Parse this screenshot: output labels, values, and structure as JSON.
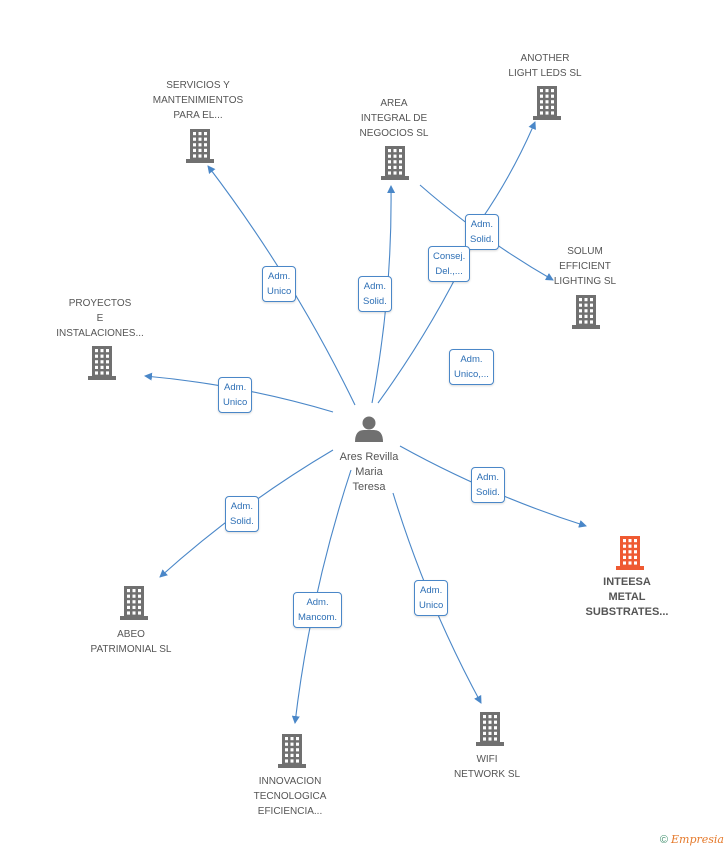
{
  "colors": {
    "edge": "#4a87c8",
    "company_icon": "#707070",
    "highlight_icon": "#ef5a32",
    "role_text": "#2d6fb5"
  },
  "person": {
    "name": "Ares Revilla\nMaria\nTeresa",
    "icon": "person-icon"
  },
  "companies": [
    {
      "id": "servicios",
      "label": "SERVICIOS Y\nMANTENIMIENTOS\nPARA EL..."
    },
    {
      "id": "area",
      "label": "AREA\nINTEGRAL DE\nNEGOCIOS SL"
    },
    {
      "id": "another",
      "label": "ANOTHER\nLIGHT LEDS SL"
    },
    {
      "id": "solum",
      "label": "SOLUM\nEFFICIENT\nLIGHTING SL"
    },
    {
      "id": "proyectos",
      "label": "PROYECTOS\nE\nINSTALACIONES..."
    },
    {
      "id": "inteesa",
      "label": "INTEESA\nMETAL\nSUBSTRATES...",
      "highlight": true
    },
    {
      "id": "abeo",
      "label": "ABEO\nPATRIMONIAL SL"
    },
    {
      "id": "innovacion",
      "label": "INNOVACION\nTECNOLOGICA\nEFICIENCIA..."
    },
    {
      "id": "wifi",
      "label": "WIFI\nNETWORK SL"
    }
  ],
  "roles": [
    {
      "id": "r-servicios",
      "text": "Adm.\nUnico"
    },
    {
      "id": "r-area",
      "text": "Adm.\nSolid."
    },
    {
      "id": "r-consej",
      "text": "Consej.\nDel.,..."
    },
    {
      "id": "r-another",
      "text": "Adm.\nSolid."
    },
    {
      "id": "r-solum",
      "text": "Adm.\nUnico,..."
    },
    {
      "id": "r-proyectos",
      "text": "Adm.\nUnico"
    },
    {
      "id": "r-inteesa",
      "text": "Adm.\nSolid."
    },
    {
      "id": "r-abeo",
      "text": "Adm.\nSolid."
    },
    {
      "id": "r-innovacion",
      "text": "Adm.\nMancom."
    },
    {
      "id": "r-wifi",
      "text": "Adm.\nUnico"
    }
  ],
  "footer": {
    "copyright": "©",
    "brand": "Empresia"
  }
}
